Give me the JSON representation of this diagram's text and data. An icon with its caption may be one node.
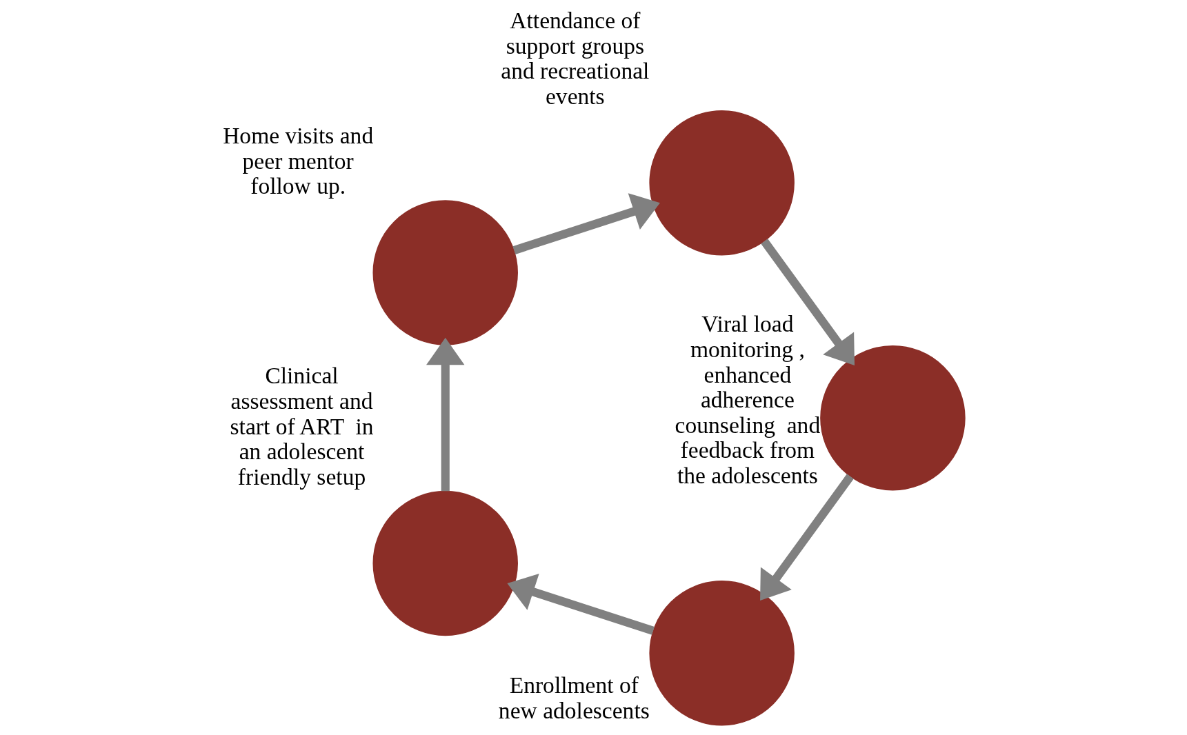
{
  "diagram": {
    "nodes": [
      {
        "text": [],
        "shape": "circle",
        "beside": [
          "Enrollment of new adolescents"
        ]
      },
      {
        "text": [],
        "shape": "circle",
        "beside": [
          "Clinical assessment and start of ART  in an adolescent friendly setup"
        ]
      },
      {
        "text": [],
        "shape": "circle",
        "beside": [
          "Home visits and peer mentor follow up."
        ]
      },
      {
        "text": [],
        "shape": "circle",
        "beside": [
          "Attendance of support groups and recreational events"
        ]
      },
      {
        "text": [],
        "shape": "circle",
        "beside": [
          "Viral load monitoring , enhanced adherence counseling  and feedback from the adolescents"
        ]
      }
    ],
    "edges": [
      {
        "from": 0,
        "to": 1,
        "arrow": "to"
      },
      {
        "from": 1,
        "to": 2,
        "arrow": "to"
      },
      {
        "from": 2,
        "to": 3,
        "arrow": "to"
      },
      {
        "from": 3,
        "to": 4,
        "arrow": "to"
      },
      {
        "from": 4,
        "to": 0,
        "arrow": "to"
      }
    ]
  }
}
